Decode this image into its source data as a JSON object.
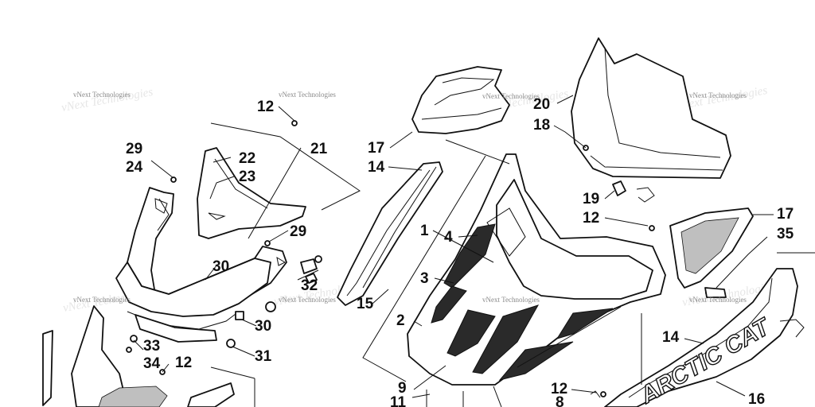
{
  "watermark": "vNext Technologies",
  "decal_text": "ARCTIC CAT",
  "callouts": [
    "12",
    "29",
    "24",
    "21",
    "22",
    "23",
    "29",
    "30",
    "32",
    "30",
    "31",
    "33",
    "34",
    "12",
    "17",
    "14",
    "1",
    "4",
    "3",
    "2",
    "15",
    "9",
    "11",
    "20",
    "18",
    "19",
    "12",
    "17",
    "35",
    "14",
    "12",
    "8",
    "16"
  ]
}
